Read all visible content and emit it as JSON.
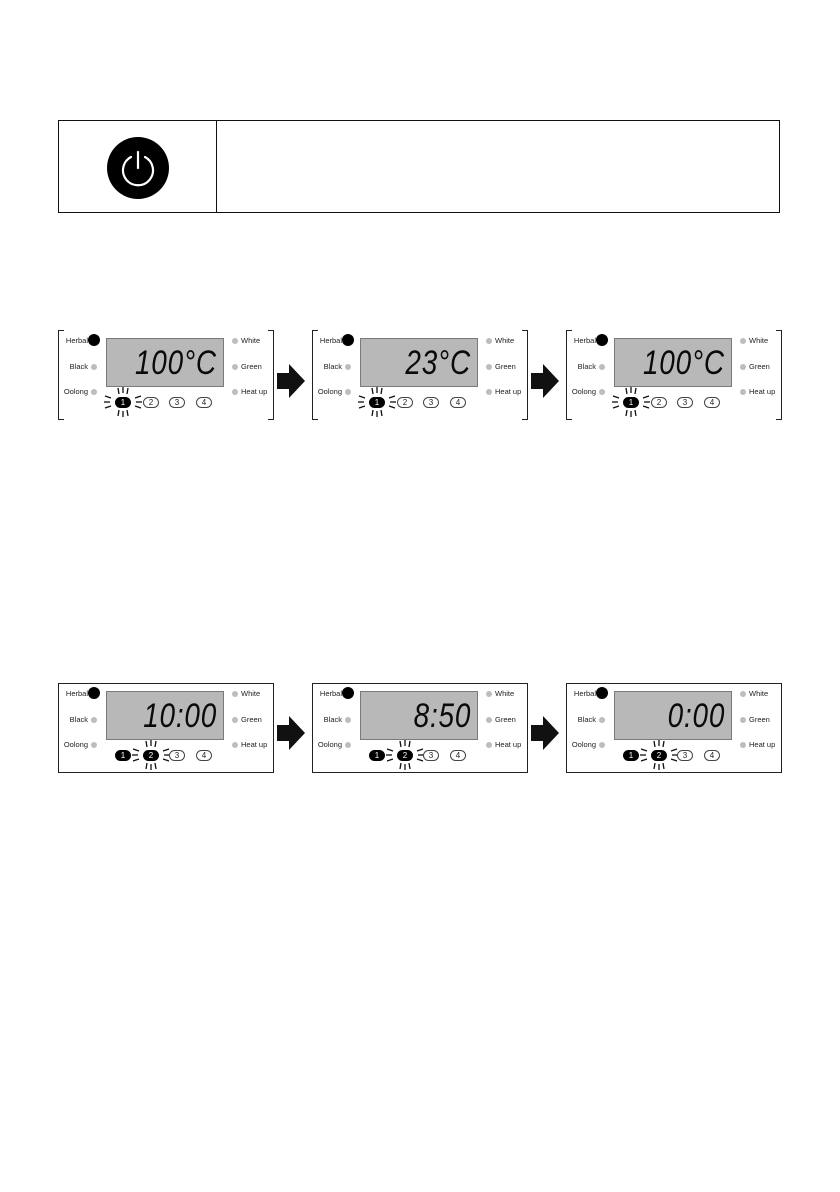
{
  "power_table": {
    "icon": "power-icon",
    "description": ""
  },
  "modes": {
    "left": [
      "Herbal",
      "Black",
      "Oolong"
    ],
    "right": [
      "White",
      "Green",
      "Heat up"
    ]
  },
  "infusions": [
    "1",
    "2",
    "3",
    "4"
  ],
  "row1": [
    {
      "display": "100°C",
      "active_mode": "Herbal",
      "blinking_infusion": "1"
    },
    {
      "display": "23°C",
      "active_mode": "Herbal",
      "blinking_infusion": "1"
    },
    {
      "display": "100°C",
      "active_mode": "Herbal",
      "blinking_infusion": "1"
    }
  ],
  "row2": [
    {
      "display": "10:00",
      "active_mode": "Herbal",
      "selected_infusion": "1",
      "blinking_infusion": "2"
    },
    {
      "display": "8:50",
      "active_mode": "Herbal",
      "selected_infusion": "1",
      "blinking_infusion": "2"
    },
    {
      "display": "0:00",
      "active_mode": "Herbal",
      "selected_infusion": "1",
      "blinking_infusion": "2"
    }
  ],
  "colors": {
    "lcd": "#b8b8b8",
    "active": "#000000",
    "inactive_led": "#bdbdbd"
  }
}
